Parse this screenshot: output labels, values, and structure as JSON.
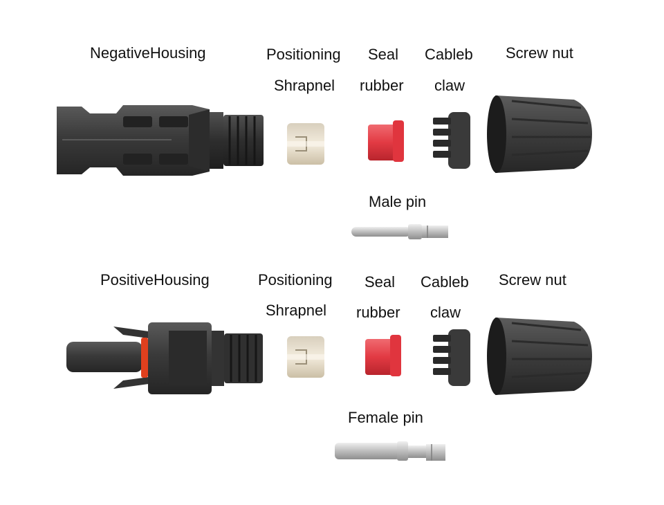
{
  "top_row": {
    "housing_label": "NegativeHousing",
    "shrapnel_label_1": "Positioning",
    "shrapnel_label_2": "Shrapnel",
    "seal_label_1": "Seal",
    "seal_label_2": "rubber",
    "claw_label_1": "Cableb",
    "claw_label_2": "claw",
    "nut_label": "Screw nut",
    "pin_label": "Male pin"
  },
  "bottom_row": {
    "housing_label": "PositiveHousing",
    "shrapnel_label_1": "Positioning",
    "shrapnel_label_2": "Shrapnel",
    "seal_label_1": "Seal",
    "seal_label_2": "rubber",
    "claw_label_1": "Cableb",
    "claw_label_2": "claw",
    "nut_label": "Screw nut",
    "pin_label": "Female pin"
  },
  "colors": {
    "housing": "#3c3c3c",
    "shrapnel": "#e8e0cf",
    "seal": "#e8434b",
    "pin": "#c9c9c9",
    "oring": "#e0401e"
  }
}
